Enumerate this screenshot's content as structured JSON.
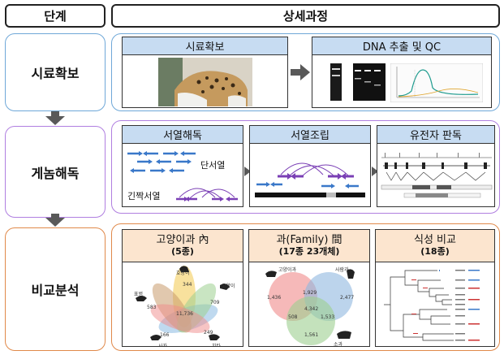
{
  "header": {
    "stage_col": "단계",
    "detail_col": "상세과정"
  },
  "stages": [
    {
      "label": "시료확보"
    },
    {
      "label": "게놈해독"
    },
    {
      "label": "비교분석"
    }
  ],
  "sampling": {
    "card1_title": "시료확보",
    "card2_title": "DNA 추출 및 QC"
  },
  "genome": {
    "card1_title": "서열해독",
    "card1_short": "단서열",
    "card1_long": "긴짝서열",
    "card2_title": "서열조립",
    "card3_title": "유전자 판독"
  },
  "comparative": {
    "card1_title": "고양이과 內",
    "card1_sub": "(5종)",
    "card1_values": [
      "344",
      "709",
      "249",
      "166",
      "583",
      "11,736"
    ],
    "card1_species": [
      "호랑이",
      "고양이",
      "치타",
      "사자",
      "표범"
    ],
    "card2_title": "과(Family) 間",
    "card2_sub": "(17종 23개체)",
    "card2_values": [
      "1,436",
      "1,929",
      "2,477",
      "4,342",
      "508",
      "1,533",
      "1,561"
    ],
    "card2_groups": [
      "고양이과",
      "사람과",
      "소과"
    ],
    "card3_title": "식성 비교",
    "card3_sub": "(18종)"
  },
  "colors": {
    "sampling_border": "#6fa8d8",
    "genome_border": "#b07fe0",
    "comparative_border": "#e0894a",
    "read_arrow": "#3a78c9",
    "pair_arrow": "#7a3fb5"
  }
}
